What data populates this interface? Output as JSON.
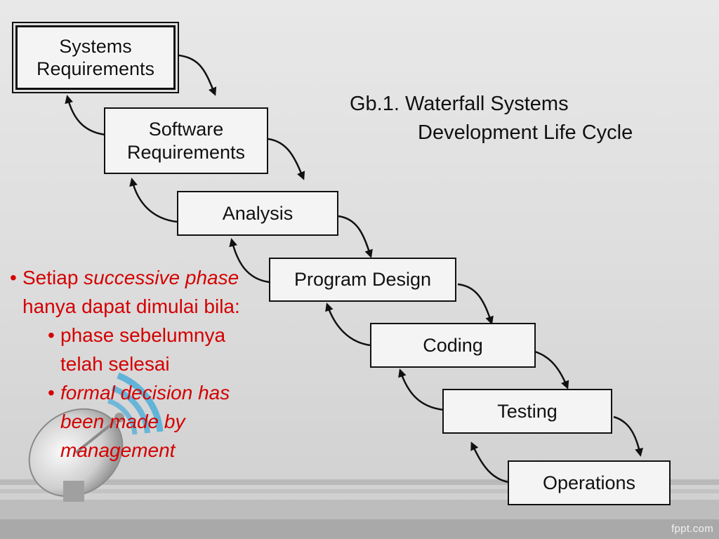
{
  "steps": [
    {
      "line1": "Systems",
      "line2": "Requirements"
    },
    {
      "line1": "Software",
      "line2": "Requirements"
    },
    {
      "line1": "Analysis",
      "line2": ""
    },
    {
      "line1": "Program Design",
      "line2": ""
    },
    {
      "line1": "Coding",
      "line2": ""
    },
    {
      "line1": "Testing",
      "line2": ""
    },
    {
      "line1": "Operations",
      "line2": ""
    }
  ],
  "caption": {
    "line1": "Gb.1. Waterfall Systems",
    "line2": "Development Life Cycle"
  },
  "bullets": {
    "main_prefix": "Setiap ",
    "main_italic": "successive phase",
    "main_suffix": " hanya dapat dimulai bila:",
    "sub1": "phase sebelumnya telah selesai",
    "sub2": "formal decision has been made by management"
  },
  "footer": {
    "brand": "fppt.com"
  },
  "colors": {
    "bullet_text": "#d40000",
    "diagram_text": "#111111",
    "background": "#dcdcdc"
  }
}
